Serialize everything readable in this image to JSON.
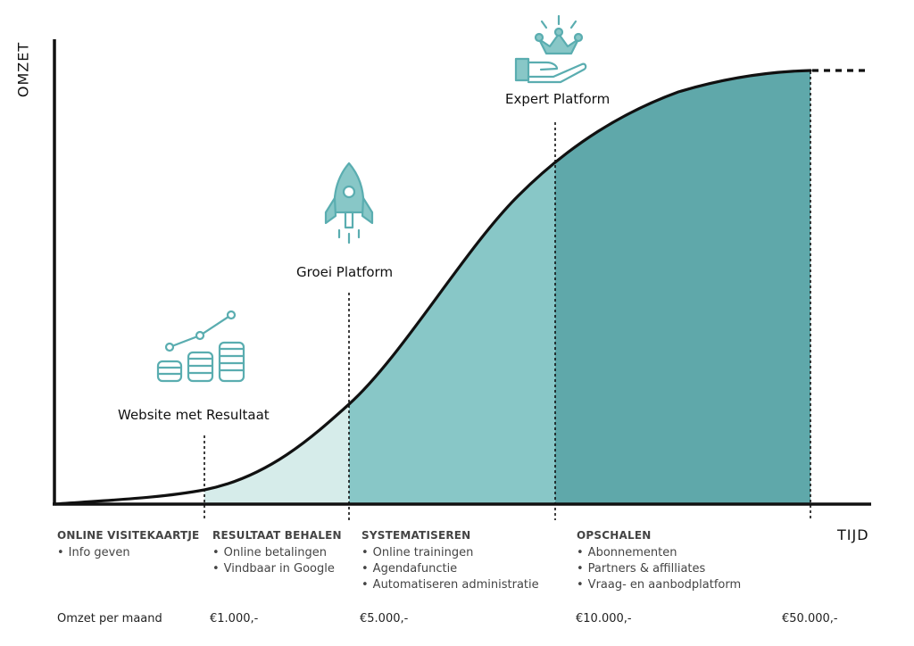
{
  "axes": {
    "y_label": "OMZET",
    "x_label": "TIJD"
  },
  "milestones": [
    {
      "label": "Website met Resultaat",
      "icon": "coins-growth-icon"
    },
    {
      "label": "Groei Platform",
      "icon": "rocket-icon"
    },
    {
      "label": "Expert Platform",
      "icon": "crown-hand-icon"
    }
  ],
  "phases": [
    {
      "title": "ONLINE VISITEKAARTJE",
      "items": [
        "Info geven"
      ]
    },
    {
      "title": "RESULTAAT BEHALEN",
      "items": [
        "Online betalingen",
        "Vindbaar in Google"
      ]
    },
    {
      "title": "SYSTEMATISEREN",
      "items": [
        "Online trainingen",
        "Agendafunctie",
        "Automatiseren administratie"
      ]
    },
    {
      "title": "OPSCHALEN",
      "items": [
        "Abonnementen",
        "Partners & affilliates",
        "Vraag- en aanbodplatform"
      ]
    }
  ],
  "revenue": {
    "label": "Omzet per maand",
    "values": [
      "€1.000,-",
      "€5.000,-",
      "€10.000,-",
      "€50.000,-"
    ]
  },
  "colors": {
    "accent_light": "#d6ecea",
    "accent_mid": "#88c7c7",
    "accent_dark": "#5fa8aa",
    "icon": "#5aadb0",
    "line": "#111111"
  }
}
